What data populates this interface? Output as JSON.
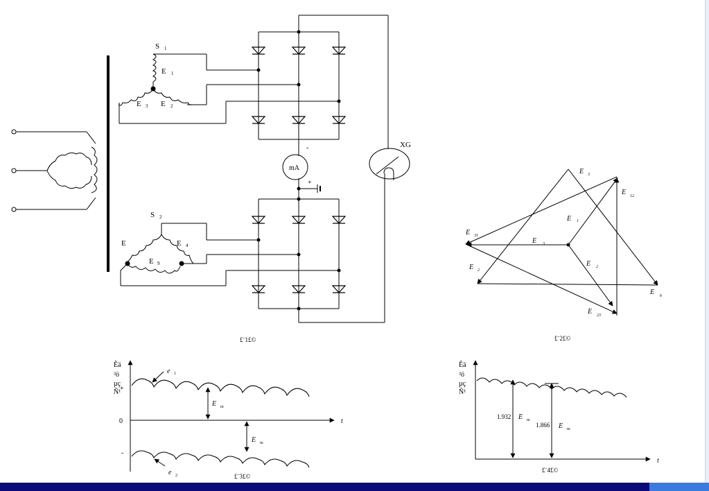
{
  "fig1": {
    "caption": "£¨1£©",
    "s1": "S",
    "s1_sub": "1",
    "e1": "E",
    "e1_sub": "1",
    "e3": "E",
    "e3_sub": "3",
    "e2": "E",
    "e2_sub": "2",
    "s2": "S",
    "s2_sub": "2",
    "e_l": "E",
    "e_l_sub": "",
    "e4": "E",
    "e4_sub": "4",
    "e9": "E",
    "e9_sub": "9",
    "meter": "mA",
    "minus": "-",
    "plus": "+",
    "tube": "XG"
  },
  "fig2": {
    "caption": "£¨2£©",
    "labels": {
      "e_top": "E",
      "e_top_sub": "3",
      "e12": "E",
      "e12_sub": "12",
      "e1": "E",
      "e1_sub": "1",
      "e31": "E",
      "e31_sub": "31",
      "e3": "E",
      "e3_sub": "3",
      "e2": "E",
      "e2_sub": "2",
      "e_left": "E",
      "e_left_sub": "2",
      "e_b": "E",
      "e_b_sub": "b",
      "e23": "E",
      "e23_sub": "23"
    }
  },
  "fig3": {
    "caption": "£¨3£©",
    "ylabel_lines": [
      "Êä",
      "³ö",
      "µç",
      "Ñ¹"
    ],
    "plus": "+",
    "zero": "0",
    "minus": "-",
    "t": "t",
    "e1": "e",
    "e1_sub": "1",
    "e2": "e",
    "e2_sub": "2",
    "em1": "E",
    "em1_sub": "m",
    "em2": "E",
    "em2_sub": "m"
  },
  "fig4": {
    "caption": "£¨4£©",
    "ylabel_lines": [
      "Êä",
      "³ö",
      "µç",
      "Ñ¹"
    ],
    "t": "t",
    "v1": "1.932",
    "v2": "1.866",
    "em1": "E",
    "em1_sub": "m",
    "em2": "E",
    "em2_sub": "m"
  }
}
